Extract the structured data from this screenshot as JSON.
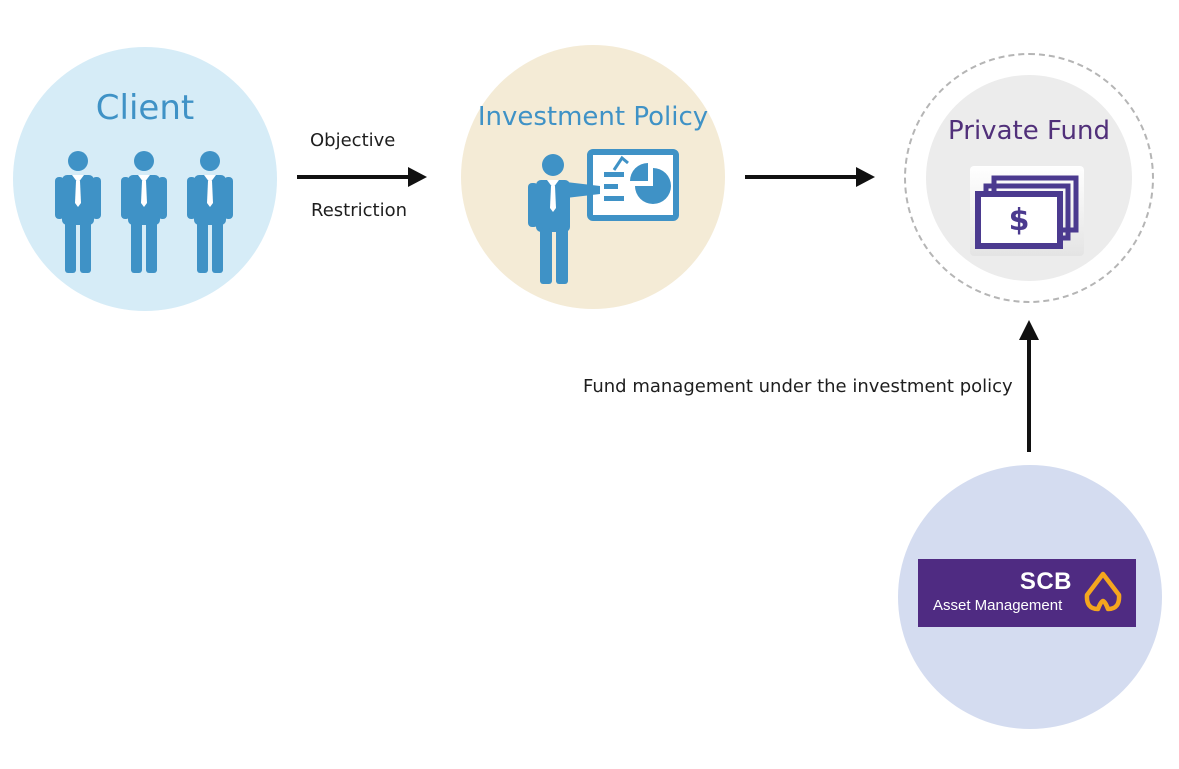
{
  "colors": {
    "client_bg": "#d6ecf7",
    "policy_bg": "#f4ebd6",
    "fund_bg": "#ececec",
    "scb_bg": "#d4dcf0",
    "icon_blue": "#3f92c6",
    "title_blue": "#3f92c6",
    "fund_title": "#51307a",
    "money_purple": "#4b3a8f",
    "scb_purple": "#4f2b82",
    "scb_gold": "#f5a61e",
    "arrow": "#111111"
  },
  "client": {
    "title": "Client",
    "icon": "businessmen-group-icon"
  },
  "policy": {
    "title": "Investment Policy",
    "icon": "presenter-chart-icon"
  },
  "fund": {
    "title": "Private Fund",
    "icon": "money-bills-icon"
  },
  "edges": {
    "objective": "Objective",
    "restriction": "Restriction",
    "management": "Fund management under the investment policy"
  },
  "manager": {
    "name": "SCB",
    "subtitle": "Asset Management",
    "icon": "scb-lotus-emblem-icon"
  }
}
